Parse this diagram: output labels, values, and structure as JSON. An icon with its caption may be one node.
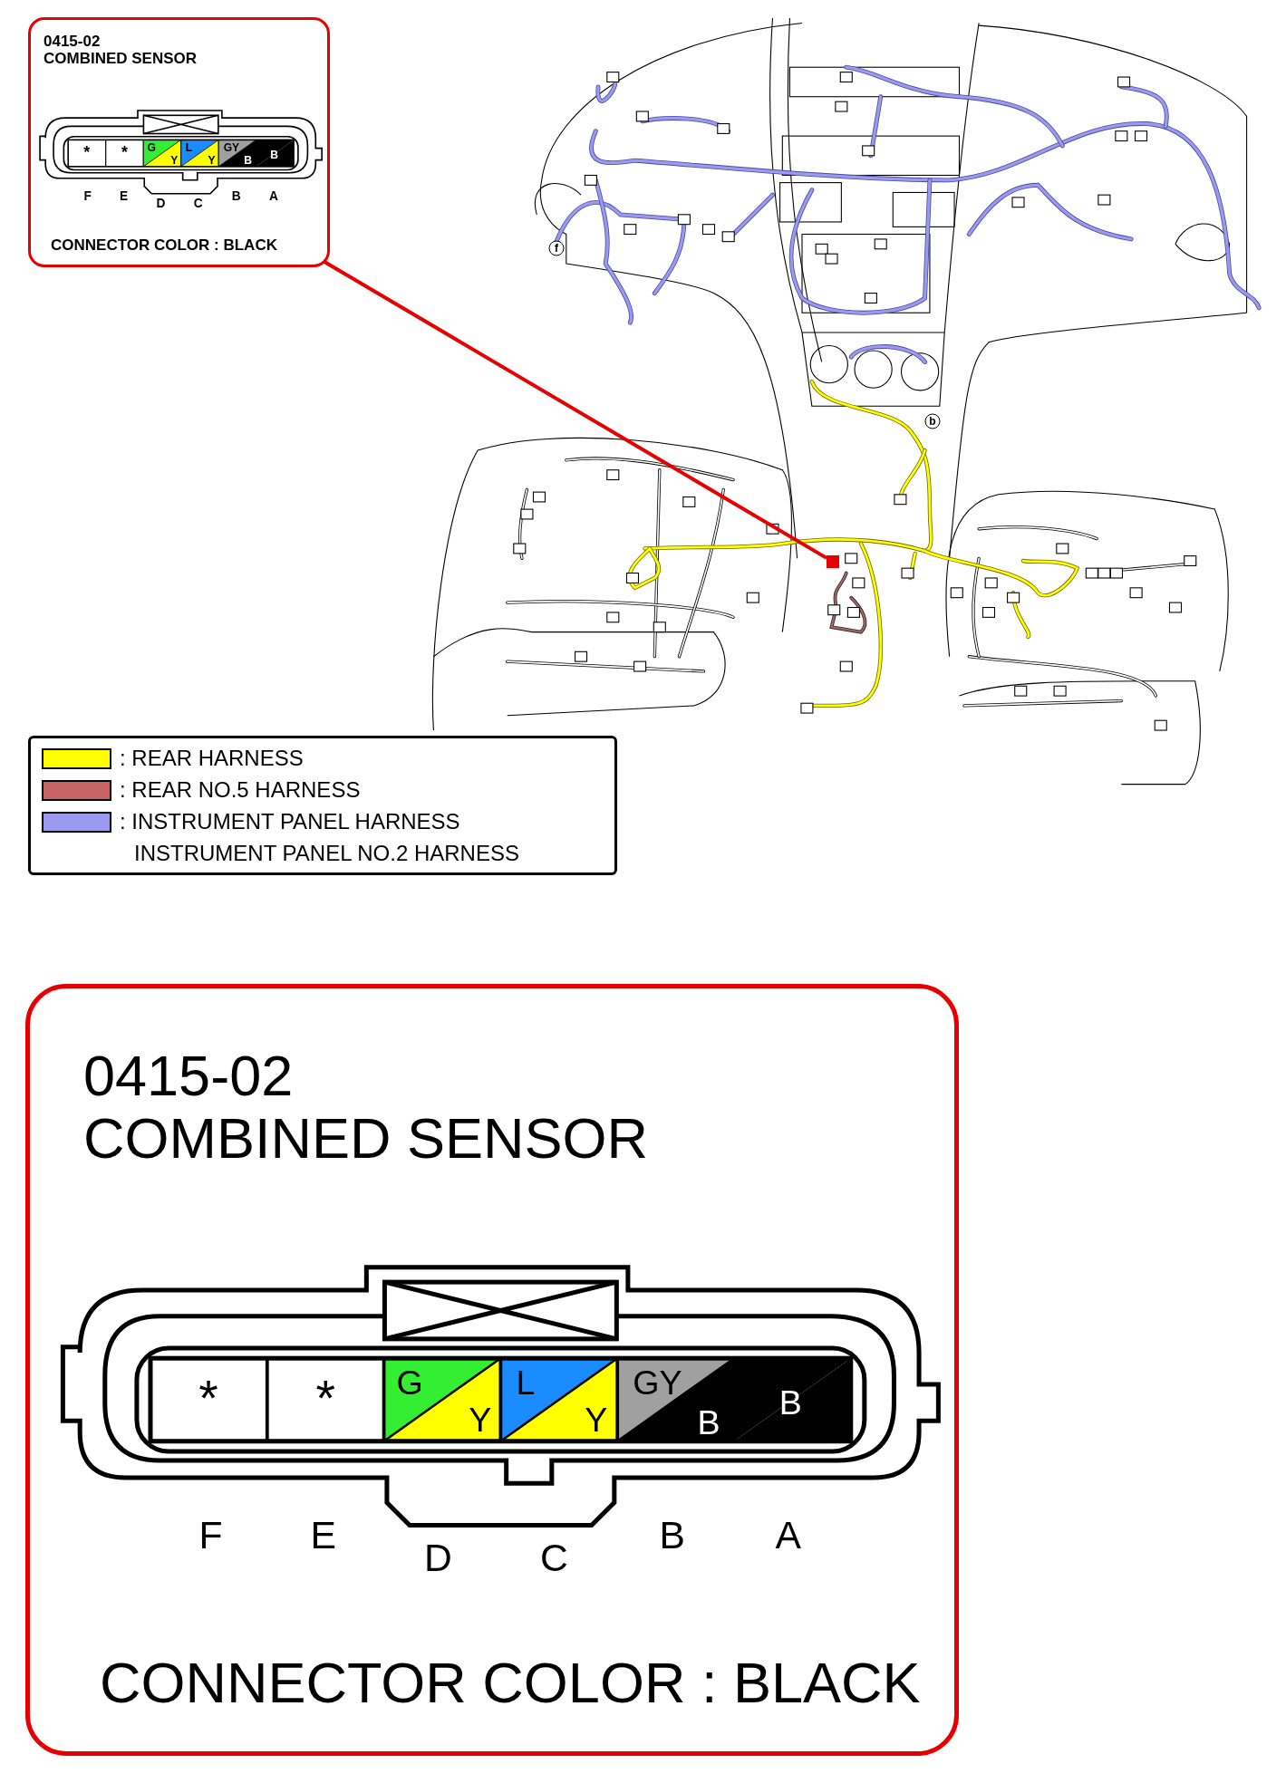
{
  "diagram": {
    "nodes": [
      {
        "text": [
          "0415-02",
          "COMBINED SENSOR",
          "CONNECTOR COLOR : BLACK"
        ]
      },
      {
        "text": [],
        "shape": "box"
      },
      {
        "text": [
          "0415-02",
          "COMBINED SENSOR",
          "CONNECTOR COLOR : BLACK"
        ]
      }
    ],
    "edges": [
      {
        "from": 0,
        "to": 1,
        "arrow": "none",
        "color": "#e60000"
      }
    ],
    "labels": [
      "*",
      "*",
      "G",
      "Y",
      "L",
      "Y",
      "GY",
      "B",
      "B",
      "F",
      "E",
      "D",
      "C",
      "B",
      "A",
      "f",
      "b",
      "*",
      "*",
      "G",
      "Y",
      "L",
      "Y",
      "GY",
      "B",
      "B",
      "F",
      "E",
      "D",
      "C",
      "B",
      "A"
    ],
    "legend": [
      {
        "text": ": REAR HARNESS",
        "color": "#ffff00"
      },
      {
        "text": ": REAR NO.5 HARNESS",
        "color": "#c86464"
      },
      {
        "text": ": INSTRUMENT PANEL HARNESS INSTRUMENT PANEL NO.2 HARNESS",
        "color": "#9a9af0"
      }
    ]
  }
}
